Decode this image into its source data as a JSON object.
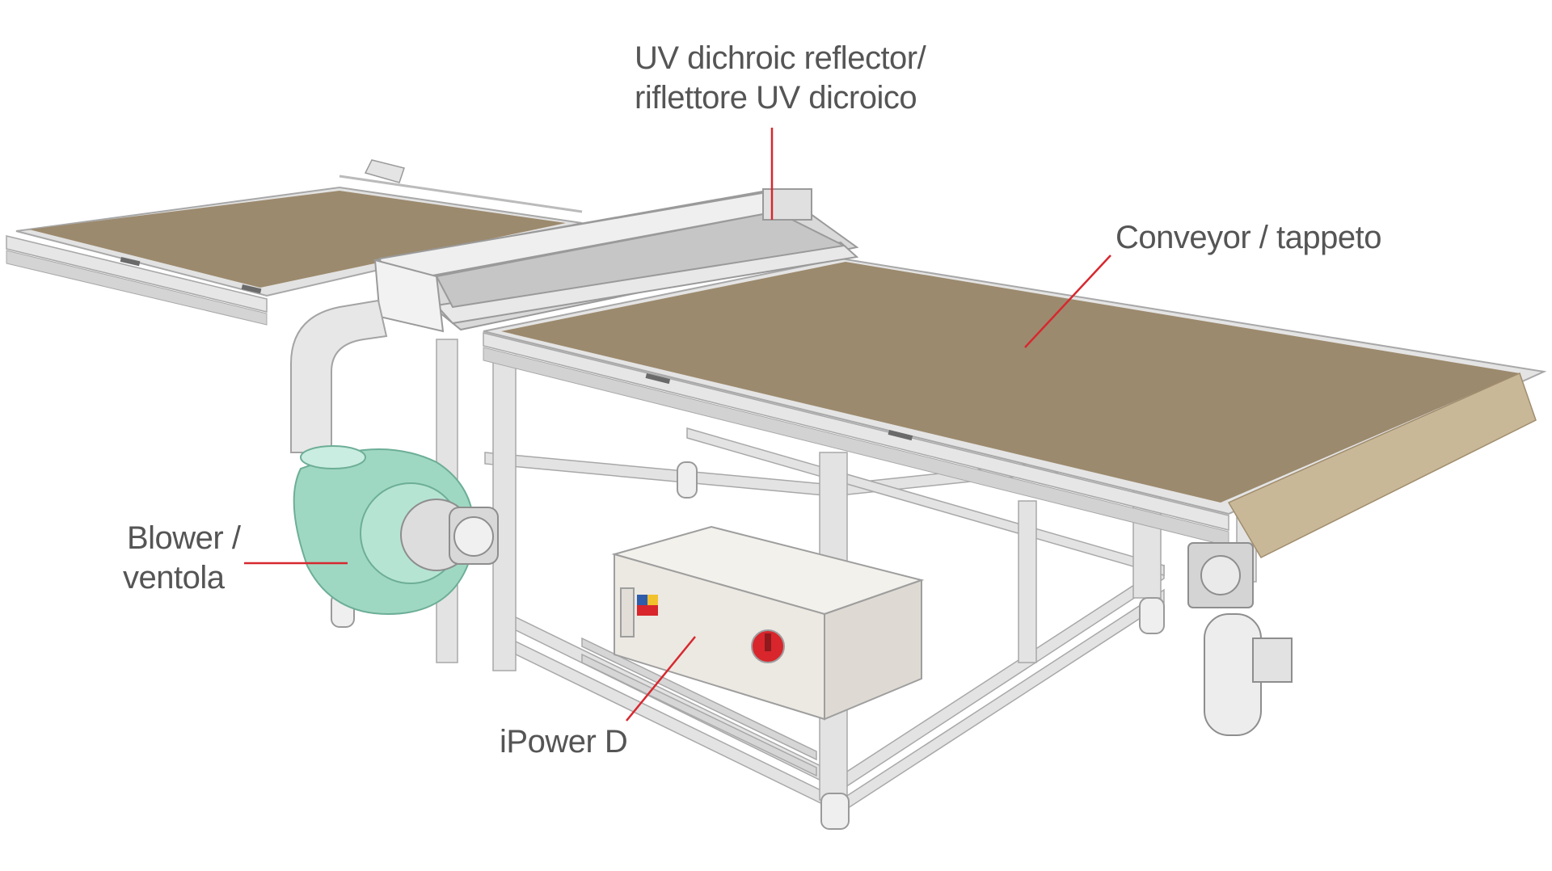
{
  "colors": {
    "belt": "#9C8A6E",
    "belt_shadow": "#7F6F56",
    "frame": "#E3E3E3",
    "frame_edge": "#A8A8A8",
    "blower": "#9FD8C2",
    "leader": "#D7282F",
    "label_text": "#555555",
    "cabinet": "#ECE8E2",
    "switch_red": "#D8262C"
  },
  "labels": {
    "uv_reflector": {
      "line1": "UV dichroic reflector/",
      "line2": "riflettore UV dicroico"
    },
    "conveyor": {
      "line1": "Conveyor / tappeto"
    },
    "blower": {
      "line1": "Blower /",
      "line2": "ventola"
    },
    "ipower": {
      "line1": "iPower D"
    }
  },
  "icons": [
    "uv-lamp-housing",
    "conveyor-belt",
    "blower-fan",
    "power-cabinet",
    "gear-motor",
    "caster-wheel"
  ]
}
